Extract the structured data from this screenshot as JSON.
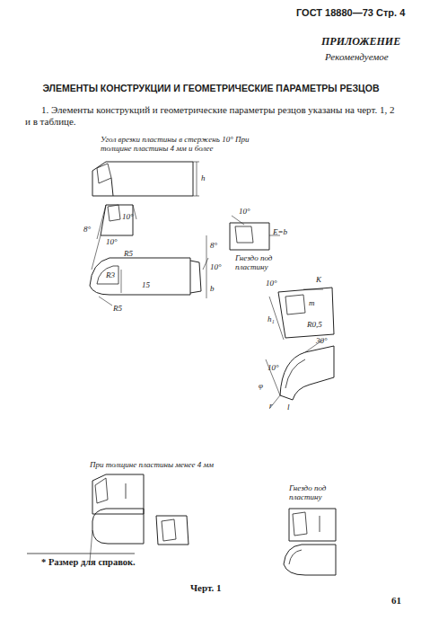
{
  "diagram": {
    "title": "ЭЛЕМЕНТЫ КОНСТРУКЦИИ И ГЕОМЕТРИЧЕСКИЕ ПАРАМЕТРЫ РЕЗЦОВ",
    "caption": "Черт. 1",
    "labels": [
      "ГОСТ 18880—73 Стр. 4",
      "ПРИЛОЖЕНИЕ",
      "Рекомендуемое",
      "1. Элементы конструкций и геометрические параметры резцов указаны на черт. 1, 2 и в таблице.",
      "Угол врезки пластины в стержень 10° При толщине пластины 4 мм и более",
      "h",
      "10°",
      "8°",
      "10°",
      "R5",
      "R3",
      "15",
      "R5",
      "8°",
      "10°",
      "b",
      "10°",
      "E=b",
      "Гнездо под пластину",
      "10°",
      "K",
      "m",
      "h₁",
      "R0,5",
      "30°",
      "10°",
      "φ",
      "r",
      "l",
      "При толщине пластины менее 4 мм",
      "Гнездо под пластину",
      "* Размер для справок.",
      "61"
    ]
  }
}
